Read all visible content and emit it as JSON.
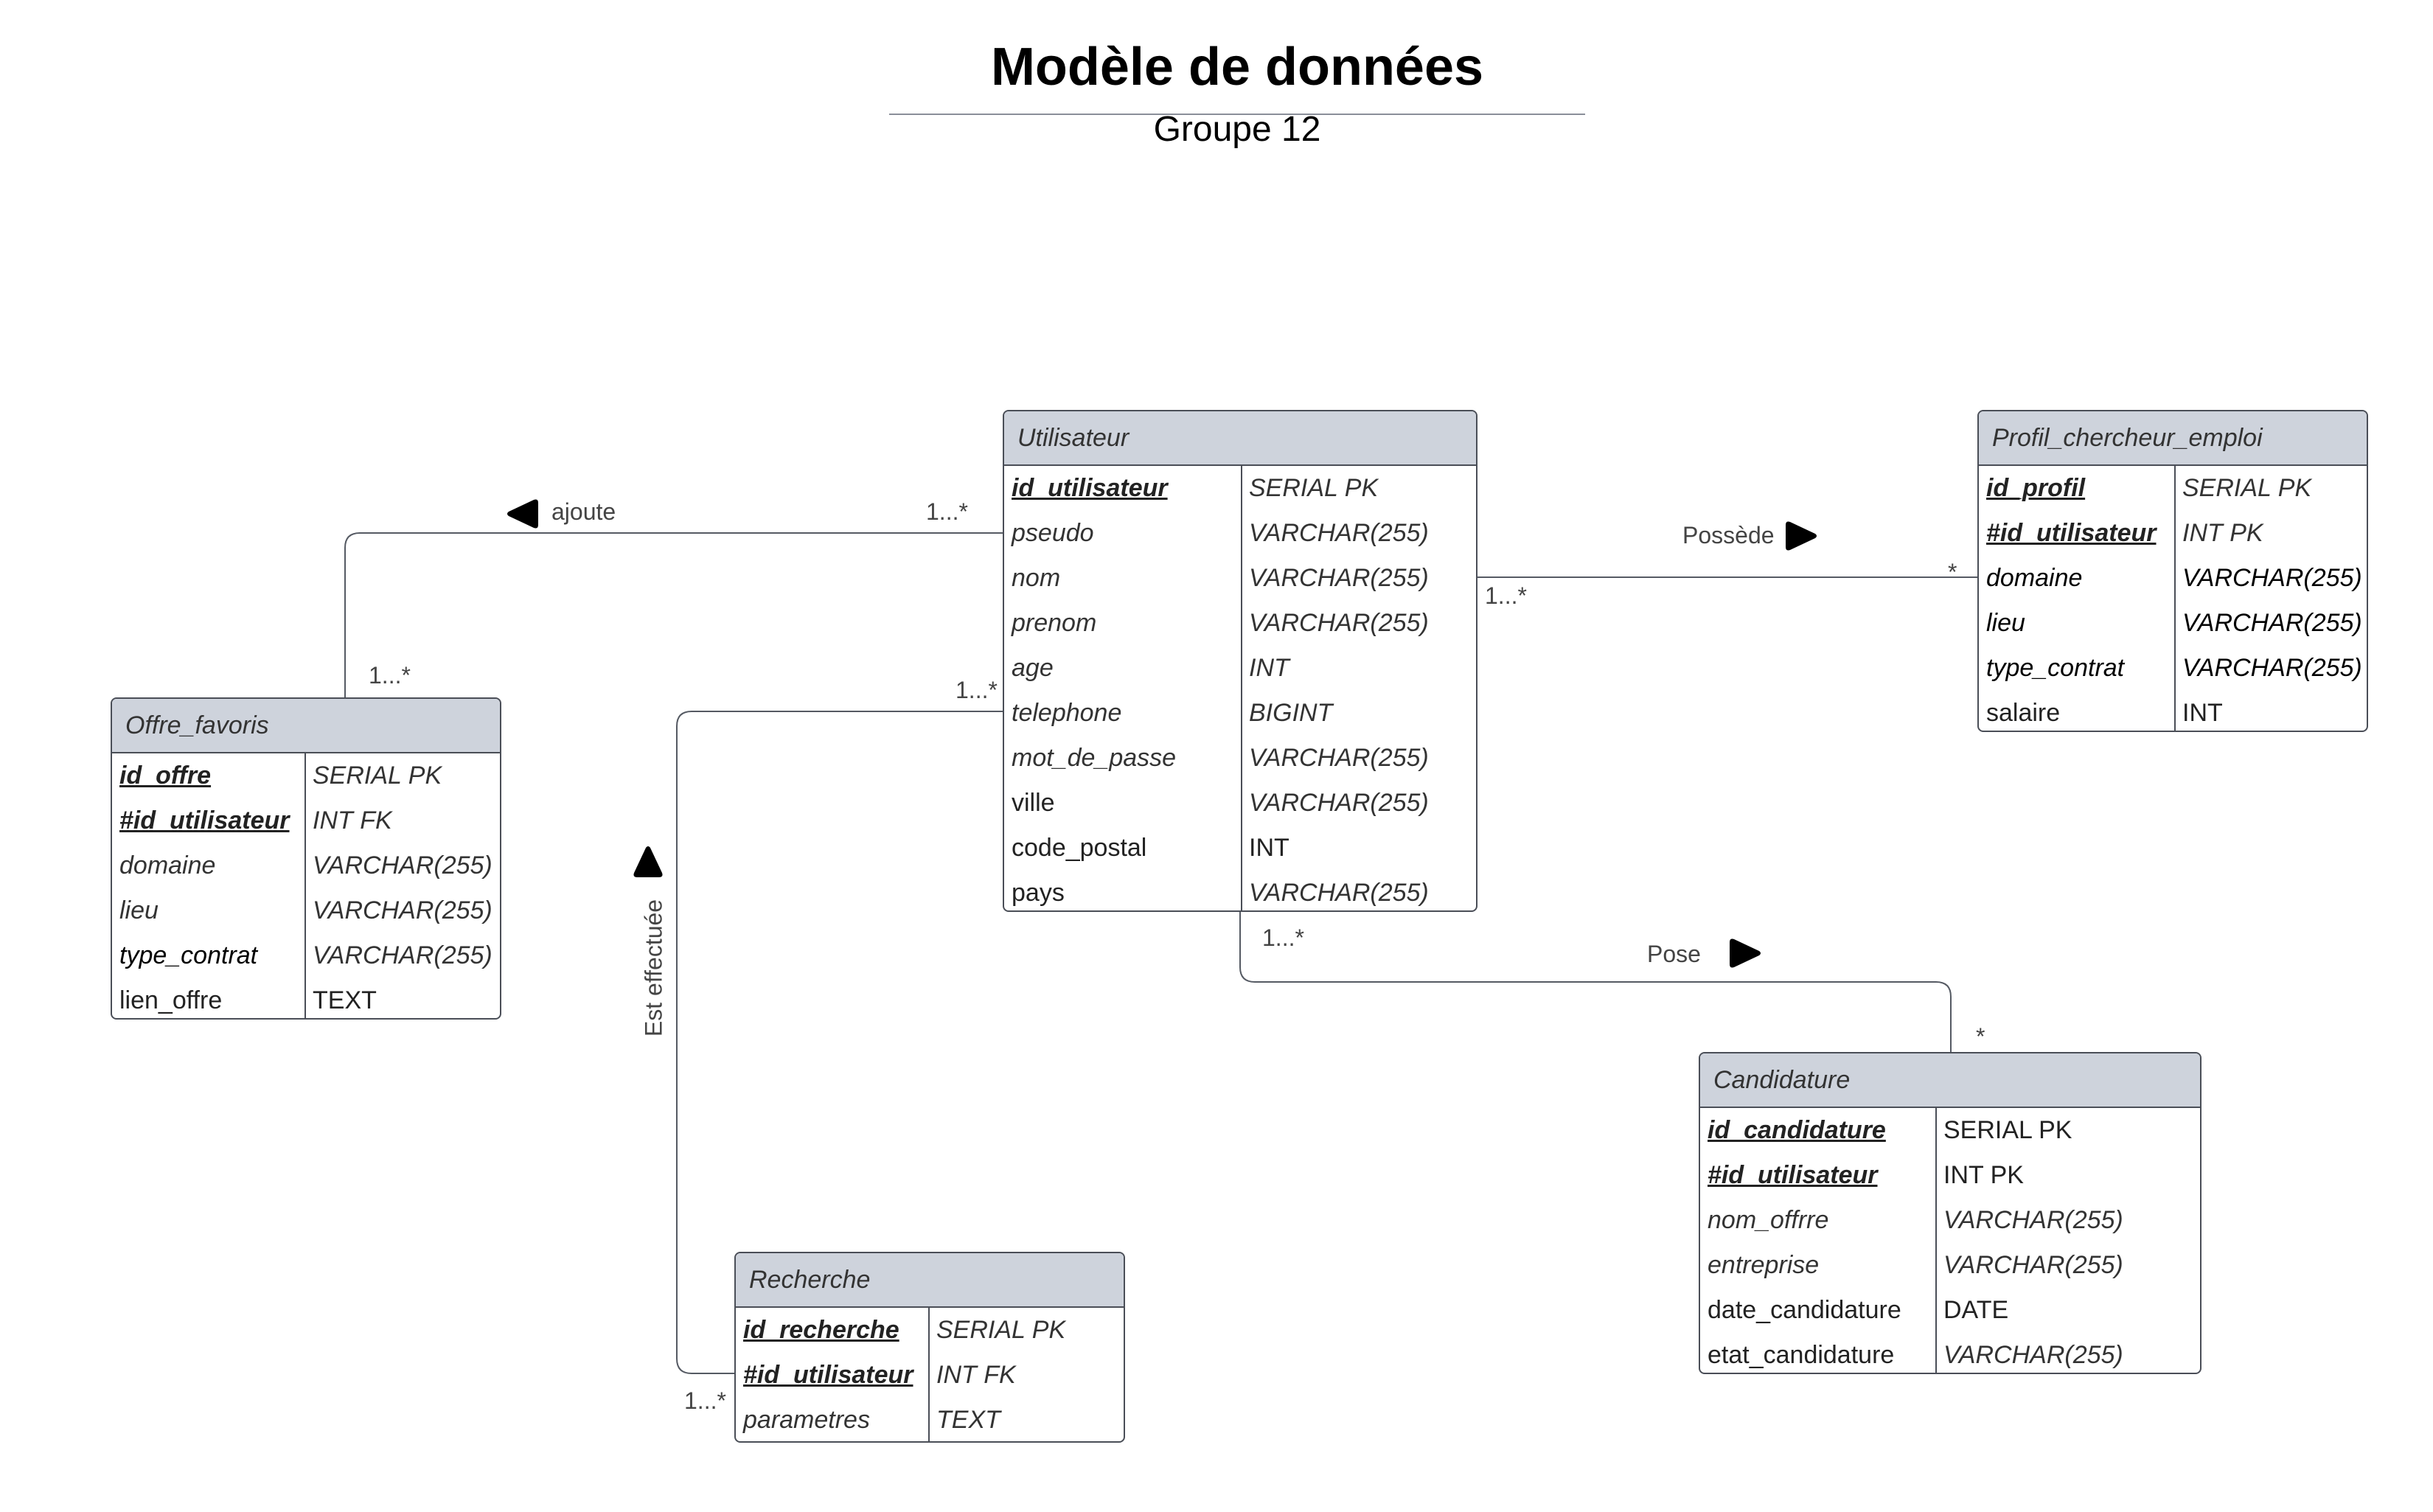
{
  "title": "Modèle de données",
  "subtitle": "Groupe 12",
  "entities": {
    "utilisateur": {
      "name": "Utilisateur",
      "rows": [
        {
          "field": "id_utilisateur",
          "type": "SERIAL PK"
        },
        {
          "field": "pseudo",
          "type": "VARCHAR(255)"
        },
        {
          "field": "nom",
          "type": "VARCHAR(255)"
        },
        {
          "field": "prenom",
          "type": "VARCHAR(255)"
        },
        {
          "field": "age",
          "type": "INT"
        },
        {
          "field": "telephone",
          "type": "BIGINT"
        },
        {
          "field": "mot_de_passe",
          "type": "VARCHAR(255)"
        },
        {
          "field": "ville",
          "type": "VARCHAR(255)"
        },
        {
          "field": "code_postal",
          "type": "INT"
        },
        {
          "field": "pays",
          "type": "VARCHAR(255)"
        }
      ]
    },
    "profil": {
      "name": "Profil_chercheur_emploi",
      "rows": [
        {
          "field": "id_profil",
          "type": "SERIAL PK"
        },
        {
          "field": "#id_utilisateur",
          "type": "INT PK"
        },
        {
          "field": "domaine",
          "type": "VARCHAR(255)"
        },
        {
          "field": "lieu",
          "type": "VARCHAR(255)"
        },
        {
          "field": "type_contrat",
          "type": "VARCHAR(255)"
        },
        {
          "field": "salaire",
          "type": "INT"
        }
      ]
    },
    "offre": {
      "name": "Offre_favoris",
      "rows": [
        {
          "field": "id_offre",
          "type": "SERIAL PK"
        },
        {
          "field": "#id_utilisateur",
          "type": "INT FK"
        },
        {
          "field": "domaine",
          "type": "VARCHAR(255)"
        },
        {
          "field": "lieu",
          "type": "VARCHAR(255)"
        },
        {
          "field": "type_contrat",
          "type": "VARCHAR(255)"
        },
        {
          "field": "lien_offre",
          "type": "TEXT"
        }
      ]
    },
    "candidature": {
      "name": "Candidature",
      "rows": [
        {
          "field": "id_candidature",
          "type": "SERIAL PK"
        },
        {
          "field": "#id_utilisateur",
          "type": "INT PK"
        },
        {
          "field": "nom_offrre",
          "type": "VARCHAR(255)"
        },
        {
          "field": "entreprise",
          "type": "VARCHAR(255)"
        },
        {
          "field": "date_candidature",
          "type": "DATE"
        },
        {
          "field": "etat_candidature",
          "type": "VARCHAR(255)"
        }
      ]
    },
    "recherche": {
      "name": "Recherche",
      "rows": [
        {
          "field": "id_recherche",
          "type": "SERIAL PK"
        },
        {
          "field": "#id_utilisateur",
          "type": "INT FK"
        },
        {
          "field": "parametres",
          "type": "TEXT"
        }
      ]
    }
  },
  "relations": {
    "ajoute": {
      "label": "ajoute",
      "card_a": "1...*",
      "card_b": "1...*"
    },
    "possede": {
      "label": "Possède",
      "card_a": "1...*",
      "card_b": "*"
    },
    "pose": {
      "label": "Pose",
      "card_a": "1...*",
      "card_b": "*"
    },
    "effectuee": {
      "label": "Est effectuée",
      "card_a": "1...*",
      "card_b": "1...*"
    }
  },
  "colors": {
    "header_fill": "#ced3dc",
    "border": "#4a4e57",
    "line": "#555a63",
    "arrow": "#000000"
  }
}
